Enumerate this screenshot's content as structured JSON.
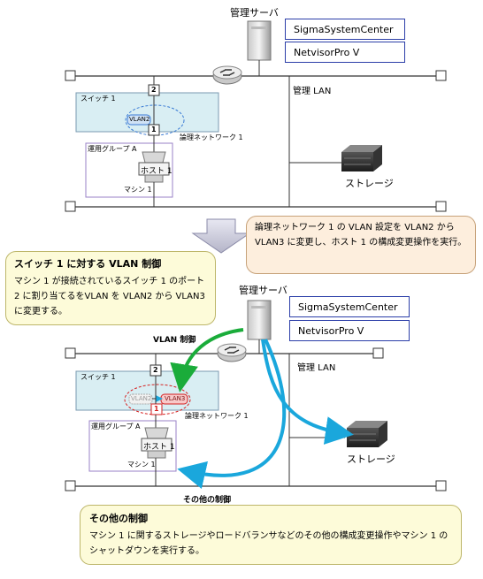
{
  "top": {
    "server_label": "管理サーバ",
    "sw_sigma": "SigmaSystemCenter",
    "sw_netvisor": "NetvisorPro V",
    "mgmt_lan": "管理 LAN",
    "switch_label": "スイッチ 1",
    "port2": "2",
    "port1": "1",
    "vlan_current": "VLAN2",
    "logical_network": "論理ネットワーク 1",
    "ops_group": "運用グループ A",
    "host": "ホスト 1",
    "machine": "マシン 1",
    "storage": "ストレージ"
  },
  "callout": {
    "text": "論理ネットワーク 1 の VLAN 設定を VLAN2 から VLAN3 に変更し、ホスト 1 の構成変更操作を実行。"
  },
  "vlan_note": {
    "title": "スイッチ 1 に対する VLAN 制御",
    "body": "マシン 1 が接続されているスイッチ 1 のポート 2 に割り当てるをVLAN を VLAN2 から VLAN3 に変更する。"
  },
  "bottom": {
    "server_label": "管理サーバ",
    "sw_sigma": "SigmaSystemCenter",
    "sw_netvisor": "NetvisorPro V",
    "vlan_control": "VLAN 制御",
    "mgmt_lan": "管理 LAN",
    "switch_label": "スイッチ 1",
    "port2": "2",
    "port1": "1",
    "vlan_old": "VLAN2",
    "vlan_new": "VLAN3",
    "logical_network": "論理ネットワーク 1",
    "ops_group": "運用グループ A",
    "host": "ホスト 1",
    "machine": "マシン 1",
    "storage": "ストレージ",
    "other_control": "その他の制御"
  },
  "other_note": {
    "title": "その他の制御",
    "body": "マシン 1 に関するストレージやロードバランサなどのその他の構成変更操作やマシン 1 のシャットダウンを実行する。"
  },
  "colors": {
    "switch_fill": "#d9eef3",
    "note_fill": "#fdfbd9",
    "callout_fill": "#fdeedd",
    "green_arrow": "#1aac3a",
    "blue_arrow": "#1aa7dc",
    "vlan_red": "#d52020"
  }
}
